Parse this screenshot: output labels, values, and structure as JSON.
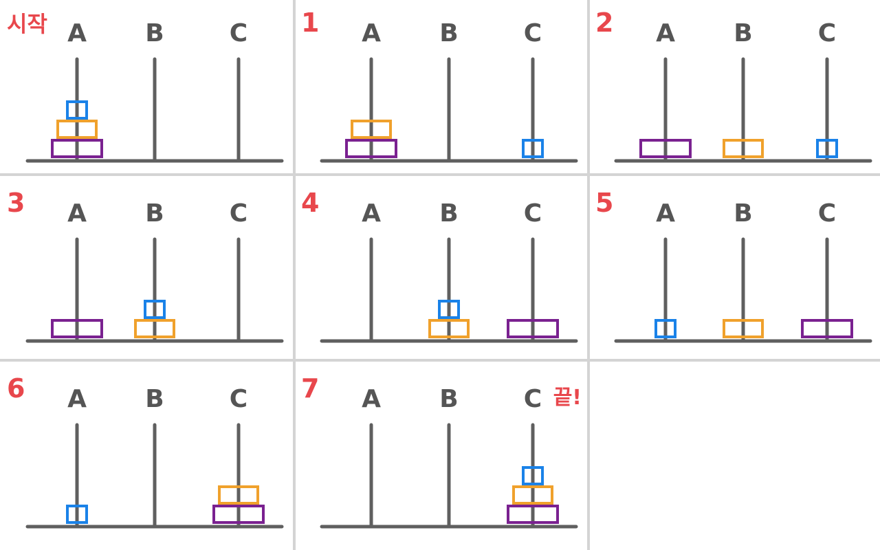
{
  "pegs": [
    "A",
    "B",
    "C"
  ],
  "disks": [
    {
      "id": "small",
      "color": "#1a82e8"
    },
    {
      "id": "medium",
      "color": "#f0a12c"
    },
    {
      "id": "large",
      "color": "#7a2190"
    }
  ],
  "line_color": "#5f5f5f",
  "label_color": "#e8474c",
  "steps": [
    {
      "label": "시작",
      "pegs": {
        "A": [
          "large",
          "medium",
          "small"
        ],
        "B": [],
        "C": []
      }
    },
    {
      "label": "1",
      "pegs": {
        "A": [
          "large",
          "medium"
        ],
        "B": [],
        "C": [
          "small"
        ]
      }
    },
    {
      "label": "2",
      "pegs": {
        "A": [
          "large"
        ],
        "B": [
          "medium"
        ],
        "C": [
          "small"
        ]
      }
    },
    {
      "label": "3",
      "pegs": {
        "A": [
          "large"
        ],
        "B": [
          "medium",
          "small"
        ],
        "C": []
      }
    },
    {
      "label": "4",
      "pegs": {
        "A": [],
        "B": [
          "medium",
          "small"
        ],
        "C": [
          "large"
        ]
      }
    },
    {
      "label": "5",
      "pegs": {
        "A": [
          "small"
        ],
        "B": [
          "medium"
        ],
        "C": [
          "large"
        ]
      }
    },
    {
      "label": "6",
      "pegs": {
        "A": [
          "small"
        ],
        "B": [],
        "C": [
          "large",
          "medium"
        ]
      }
    },
    {
      "label": "7",
      "pegs": {
        "A": [],
        "B": [],
        "C": [
          "large",
          "medium",
          "small"
        ]
      },
      "note": "끝!"
    }
  ]
}
